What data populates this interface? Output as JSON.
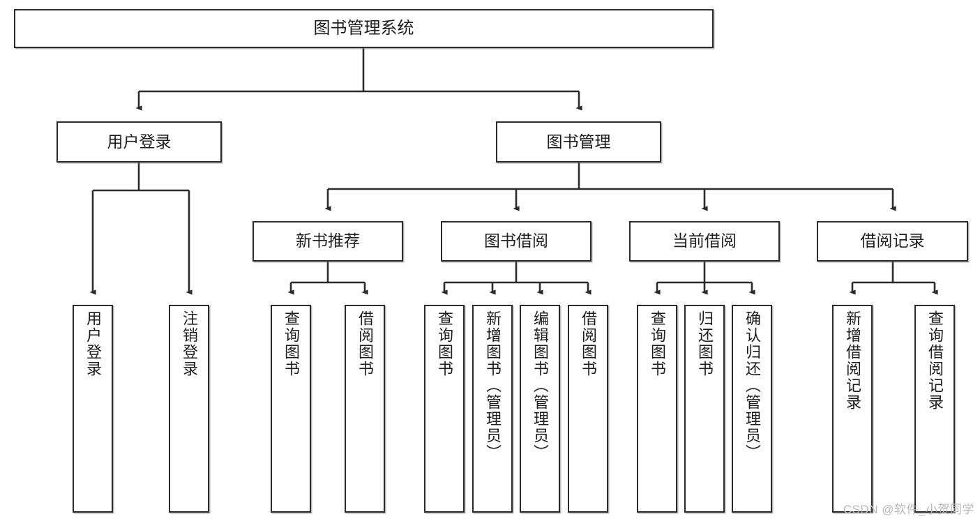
{
  "diagram": {
    "title": "图书管理系统",
    "type": "tree-hierarchy",
    "watermark": "CSDN @软件_小贺同学",
    "colors": {
      "box_border": "#2b2b2b",
      "box_fill": "#ffffff",
      "connector": "#2b2b2b",
      "text": "#1d1d1d",
      "watermark": "#b9b9b9"
    },
    "nodes": {
      "root": {
        "label": "图书管理系统",
        "level": 1
      },
      "l2": [
        {
          "id": "user-login",
          "label": "用户登录",
          "level": 2
        },
        {
          "id": "book-manage",
          "label": "图书管理",
          "level": 2
        }
      ],
      "l3": [
        {
          "id": "new-book-rec",
          "label": "新书推荐",
          "level": 3
        },
        {
          "id": "book-borrow",
          "label": "图书借阅",
          "level": 3
        },
        {
          "id": "current-borrow",
          "label": "当前借阅",
          "level": 3
        },
        {
          "id": "borrow-record",
          "label": "借阅记录",
          "level": 3
        }
      ],
      "leaves": [
        {
          "id": "leaf-user-login",
          "label": "用户登录",
          "parent": "user-login"
        },
        {
          "id": "leaf-user-logout",
          "label": "注销登录",
          "parent": "user-login"
        },
        {
          "id": "leaf-query-book-1",
          "label": "查询图书",
          "parent": "new-book-rec"
        },
        {
          "id": "leaf-borrow-book-1",
          "label": "借阅图书",
          "parent": "new-book-rec"
        },
        {
          "id": "leaf-query-book-2",
          "label": "查询图书",
          "parent": "book-borrow"
        },
        {
          "id": "leaf-add-book",
          "label": "新增图书（管理员）",
          "parent": "book-borrow"
        },
        {
          "id": "leaf-edit-book",
          "label": "编辑图书（管理员）",
          "parent": "book-borrow"
        },
        {
          "id": "leaf-borrow-book-2",
          "label": "借阅图书",
          "parent": "book-borrow"
        },
        {
          "id": "leaf-query-book-3",
          "label": "查询图书",
          "parent": "current-borrow"
        },
        {
          "id": "leaf-return-book",
          "label": "归还图书",
          "parent": "current-borrow"
        },
        {
          "id": "leaf-confirm-return",
          "label": "确认归还（管理员）",
          "parent": "current-borrow"
        },
        {
          "id": "leaf-add-record",
          "label": "新增借阅记录",
          "parent": "borrow-record"
        },
        {
          "id": "leaf-query-record",
          "label": "查询借阅记录",
          "parent": "borrow-record"
        }
      ]
    }
  }
}
